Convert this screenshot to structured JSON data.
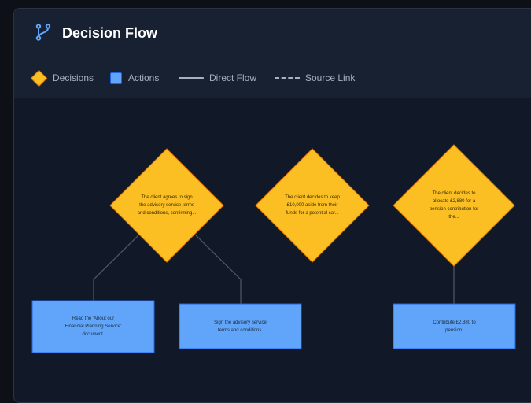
{
  "header": {
    "title": "Decision Flow",
    "icon": "git-branch-icon"
  },
  "legend": {
    "decisions": "Decisions",
    "actions": "Actions",
    "direct_flow": "Direct Flow",
    "source_link": "Source Link"
  },
  "colors": {
    "decision_fill": "#fbbf24",
    "decision_border": "#d97706",
    "action_fill": "#60a5fa",
    "action_border": "#2563eb",
    "edge": "#4b5563"
  },
  "decisions": [
    {
      "text": "The client agrees to sign\nthe advisory service terms\nand conditions, confirming..."
    },
    {
      "text": "The client decides to keep\n£10,000 aside from their\nfunds for a potential car..."
    },
    {
      "text": "The client decides to\nallocate £2,880 for a\npension contribution for\nthe..."
    }
  ],
  "actions": [
    {
      "text": "Read the 'About our\nFinancial Planning Service'\ndocument."
    },
    {
      "text": "Sign the advisory service\nterms and conditions."
    },
    {
      "text": "Contribute £2,880 to\npension."
    }
  ]
}
